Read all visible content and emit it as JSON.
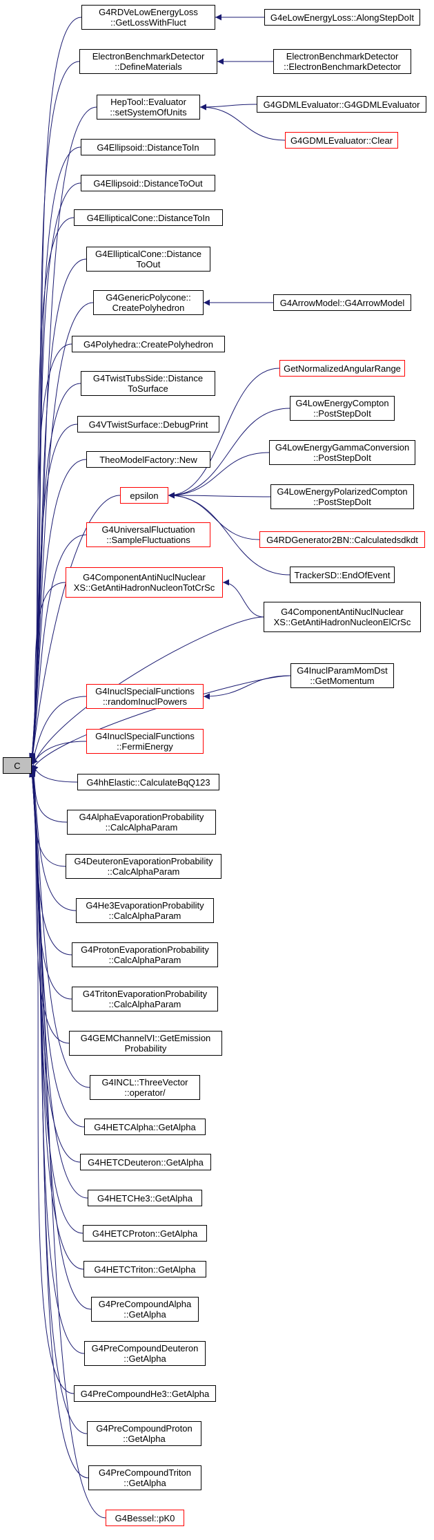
{
  "colors": {
    "edge": "#191970",
    "border": "#000000",
    "incomplete_border": "#ff0000",
    "focus_fill": "#bfbfbf",
    "background": "#ffffff"
  },
  "nodes": [
    {
      "id": "c",
      "label": "C",
      "focus": true
    },
    {
      "id": "n1",
      "label": "G4RDVeLowEnergyLoss\n::GetLossWithFluct"
    },
    {
      "id": "n2",
      "label": "ElectronBenchmarkDetector\n::DefineMaterials"
    },
    {
      "id": "n3",
      "label": "HepTool::Evaluator\n::setSystemOfUnits"
    },
    {
      "id": "n4",
      "label": "G4Ellipsoid::DistanceToIn"
    },
    {
      "id": "n5",
      "label": "G4Ellipsoid::DistanceToOut"
    },
    {
      "id": "n6",
      "label": "G4EllipticalCone::DistanceToIn"
    },
    {
      "id": "n7",
      "label": "G4EllipticalCone::Distance\nToOut"
    },
    {
      "id": "n8",
      "label": "G4GenericPolycone::\nCreatePolyhedron"
    },
    {
      "id": "n9",
      "label": "G4Polyhedra::CreatePolyhedron"
    },
    {
      "id": "n10",
      "label": "G4TwistTubsSide::Distance\nToSurface"
    },
    {
      "id": "n11",
      "label": "G4VTwistSurface::DebugPrint"
    },
    {
      "id": "n12",
      "label": "TheoModelFactory::New"
    },
    {
      "id": "n13",
      "label": "epsilon",
      "incomplete": true
    },
    {
      "id": "n14",
      "label": "G4UniversalFluctuation\n::SampleFluctuations",
      "incomplete": true
    },
    {
      "id": "n15",
      "label": "G4ComponentAntiNuclNuclear\nXS::GetAntiHadronNucleonTotCrSc",
      "incomplete": true
    },
    {
      "id": "n16",
      "label": "G4InuclSpecialFunctions\n::randomInuclPowers",
      "incomplete": true
    },
    {
      "id": "n17",
      "label": "G4InuclSpecialFunctions\n::FermiEnergy",
      "incomplete": true
    },
    {
      "id": "n18",
      "label": "G4hhElastic::CalculateBqQ123"
    },
    {
      "id": "n19",
      "label": "G4AlphaEvaporationProbability\n::CalcAlphaParam"
    },
    {
      "id": "n20",
      "label": "G4DeuteronEvaporationProbability\n::CalcAlphaParam"
    },
    {
      "id": "n21",
      "label": "G4He3EvaporationProbability\n::CalcAlphaParam"
    },
    {
      "id": "n22",
      "label": "G4ProtonEvaporationProbability\n::CalcAlphaParam"
    },
    {
      "id": "n23",
      "label": "G4TritonEvaporationProbability\n::CalcAlphaParam"
    },
    {
      "id": "n24",
      "label": "G4GEMChannelVI::GetEmission\nProbability"
    },
    {
      "id": "n25",
      "label": "G4INCL::ThreeVector\n::operator/"
    },
    {
      "id": "n26",
      "label": "G4HETCAlpha::GetAlpha"
    },
    {
      "id": "n27",
      "label": "G4HETCDeuteron::GetAlpha"
    },
    {
      "id": "n28",
      "label": "G4HETCHe3::GetAlpha"
    },
    {
      "id": "n29",
      "label": "G4HETCProton::GetAlpha"
    },
    {
      "id": "n30",
      "label": "G4HETCTriton::GetAlpha"
    },
    {
      "id": "n31",
      "label": "G4PreCompoundAlpha\n::GetAlpha"
    },
    {
      "id": "n32",
      "label": "G4PreCompoundDeuteron\n::GetAlpha"
    },
    {
      "id": "n33",
      "label": "G4PreCompoundHe3::GetAlpha"
    },
    {
      "id": "n34",
      "label": "G4PreCompoundProton\n::GetAlpha"
    },
    {
      "id": "n35",
      "label": "G4PreCompoundTriton\n::GetAlpha"
    },
    {
      "id": "n36",
      "label": "G4Bessel::pK0",
      "incomplete": true
    },
    {
      "id": "r1",
      "label": "G4eLowEnergyLoss::AlongStepDoIt"
    },
    {
      "id": "r2",
      "label": "ElectronBenchmarkDetector\n::ElectronBenchmarkDetector"
    },
    {
      "id": "r3",
      "label": "G4GDMLEvaluator::G4GDMLEvaluator"
    },
    {
      "id": "r4",
      "label": "G4GDMLEvaluator::Clear",
      "incomplete": true
    },
    {
      "id": "r5",
      "label": "G4ArrowModel::G4ArrowModel"
    },
    {
      "id": "r6",
      "label": "GetNormalizedAngularRange",
      "incomplete": true
    },
    {
      "id": "r7",
      "label": "G4LowEnergyCompton\n::PostStepDoIt"
    },
    {
      "id": "r8",
      "label": "G4LowEnergyGammaConversion\n::PostStepDoIt"
    },
    {
      "id": "r9",
      "label": "G4LowEnergyPolarizedCompton\n::PostStepDoIt"
    },
    {
      "id": "r10",
      "label": "G4RDGenerator2BN::Calculatedsdkdt",
      "incomplete": true
    },
    {
      "id": "r11",
      "label": "TrackerSD::EndOfEvent"
    },
    {
      "id": "r12",
      "label": "G4ComponentAntiNuclNuclear\nXS::GetAntiHadronNucleonElCrSc"
    },
    {
      "id": "r13",
      "label": "G4InuclParamMomDst\n::GetMomentum"
    }
  ],
  "edges": [
    [
      "n1",
      "c"
    ],
    [
      "n2",
      "c"
    ],
    [
      "n3",
      "c"
    ],
    [
      "n4",
      "c"
    ],
    [
      "n5",
      "c"
    ],
    [
      "n6",
      "c"
    ],
    [
      "n7",
      "c"
    ],
    [
      "n8",
      "c"
    ],
    [
      "n9",
      "c"
    ],
    [
      "n10",
      "c"
    ],
    [
      "n11",
      "c"
    ],
    [
      "n12",
      "c"
    ],
    [
      "n13",
      "c"
    ],
    [
      "n14",
      "c"
    ],
    [
      "n15",
      "c"
    ],
    [
      "n16",
      "c"
    ],
    [
      "n17",
      "c"
    ],
    [
      "n18",
      "c"
    ],
    [
      "n19",
      "c"
    ],
    [
      "n20",
      "c"
    ],
    [
      "n21",
      "c"
    ],
    [
      "n22",
      "c"
    ],
    [
      "n23",
      "c"
    ],
    [
      "n24",
      "c"
    ],
    [
      "n25",
      "c"
    ],
    [
      "n26",
      "c"
    ],
    [
      "n27",
      "c"
    ],
    [
      "n28",
      "c"
    ],
    [
      "n29",
      "c"
    ],
    [
      "n30",
      "c"
    ],
    [
      "n31",
      "c"
    ],
    [
      "n32",
      "c"
    ],
    [
      "n33",
      "c"
    ],
    [
      "n34",
      "c"
    ],
    [
      "n35",
      "c"
    ],
    [
      "n36",
      "c"
    ],
    [
      "r12",
      "c"
    ],
    [
      "r13",
      "c"
    ],
    [
      "r1",
      "n1"
    ],
    [
      "r2",
      "n2"
    ],
    [
      "r3",
      "n3"
    ],
    [
      "r4",
      "n3"
    ],
    [
      "r5",
      "n8"
    ],
    [
      "r6",
      "n13"
    ],
    [
      "r7",
      "n13"
    ],
    [
      "r8",
      "n13"
    ],
    [
      "r9",
      "n13"
    ],
    [
      "r10",
      "n13"
    ],
    [
      "r11",
      "n13"
    ],
    [
      "r12",
      "n15"
    ],
    [
      "r13",
      "n16"
    ]
  ]
}
